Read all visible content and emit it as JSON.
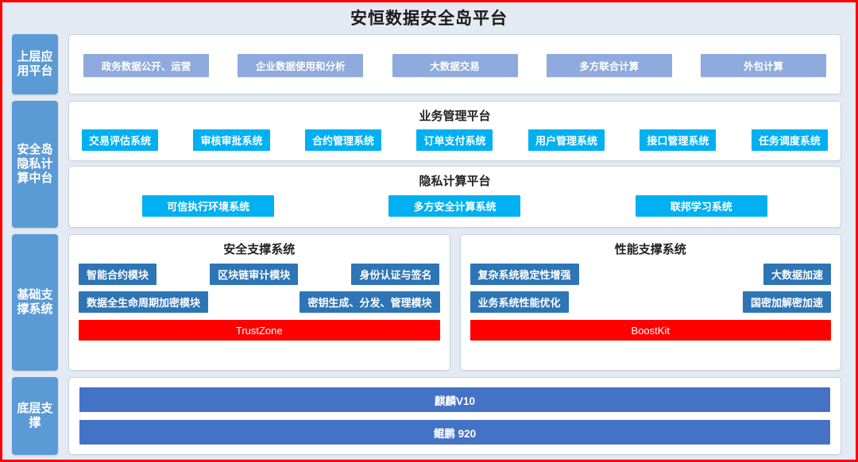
{
  "page": {
    "title": "安恒数据安全岛平台",
    "border_color": "#ff0000",
    "background": "#e3eaf3"
  },
  "colors": {
    "sidebar": "#5b9bd5",
    "lavender_chip": "#8faadc",
    "cyan_chip": "#00b0f0",
    "dark_blue_chip": "#2e75b6",
    "red_chip": "#ff0000",
    "navy_chip": "#4472c4",
    "panel_bg": "#ffffff"
  },
  "rows": [
    {
      "sidebar_label": "上层应用平台",
      "panels": [
        {
          "title": "",
          "chips": [
            "政务数据公开、运营",
            "企业数据使用和分析",
            "大数据交易",
            "多方联合计算",
            "外包计算"
          ]
        }
      ]
    },
    {
      "sidebar_label": "安全岛隐私计算中台",
      "panels": [
        {
          "title": "业务管理平台",
          "chips": [
            "交易评估系统",
            "审核审批系统",
            "合约管理系统",
            "订单支付系统",
            "用户管理系统",
            "接口管理系统",
            "任务调度系统"
          ]
        },
        {
          "title": "隐私计算平台",
          "chips": [
            "可信执行环境系统",
            "多方安全计算系统",
            "联邦学习系统"
          ]
        }
      ]
    },
    {
      "sidebar_label": "基础支撑系统",
      "panels": [
        {
          "title": "安全支撑系统",
          "lines": [
            [
              "智能合约模块",
              "区块链审计模块",
              "身份认证与签名"
            ],
            [
              "数据全生命周期加密模块",
              "密钥生成、分发、管理模块"
            ]
          ],
          "footer": "TrustZone"
        },
        {
          "title": "性能支撑系统",
          "lines": [
            [
              "复杂系统稳定性增强",
              "大数据加速"
            ],
            [
              "业务系统性能优化",
              "国密加解密加速"
            ]
          ],
          "footer": "BoostKit"
        }
      ]
    },
    {
      "sidebar_label": "底层支撑",
      "panels": [
        {
          "title": "",
          "bars": [
            "麒麟V10",
            "鲲鹏 920"
          ]
        }
      ]
    }
  ]
}
